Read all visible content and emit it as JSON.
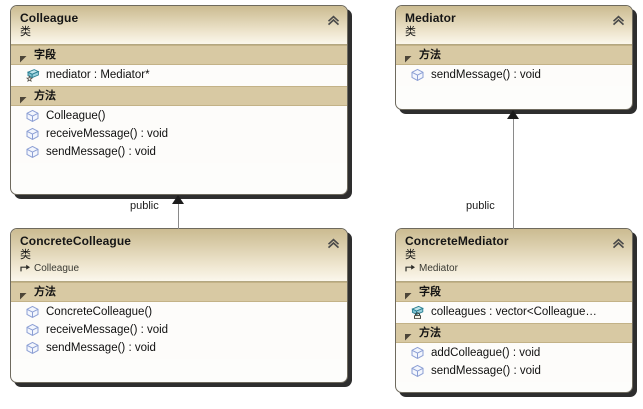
{
  "diagram": {
    "kind": "uml-class-diagram",
    "background": "#ffffff",
    "colors": {
      "header_top": "#cbbb91",
      "header_bottom": "#fbf7ec",
      "section_band": "#d8c9a3",
      "row_background": "#fdfcfa",
      "border": "#6e6a5e",
      "connector": "#8a8a8a",
      "arrowhead": "#1c1c1c",
      "text": "#101010"
    }
  },
  "labels": {
    "fields_section": "字段",
    "methods_section": "方法",
    "class_stereotype": "类",
    "collapse_icon": "chevron-double-up-icon",
    "expanded_icon": "triangle-expanded-icon"
  },
  "classes": {
    "colleague": {
      "name": "Colleague",
      "stereotype": "类",
      "base": null,
      "fields": [
        {
          "text": "mediator : Mediator*",
          "icon": "field-protected-icon"
        }
      ],
      "methods": [
        {
          "text": "Colleague()",
          "icon": "method-icon"
        },
        {
          "text": "receiveMessage() : void",
          "icon": "method-icon"
        },
        {
          "text": "sendMessage() : void",
          "icon": "method-icon"
        }
      ]
    },
    "mediator": {
      "name": "Mediator",
      "stereotype": "类",
      "base": null,
      "fields": [],
      "methods": [
        {
          "text": "sendMessage() : void",
          "icon": "method-icon"
        }
      ]
    },
    "concrete_colleague": {
      "name": "ConcreteColleague",
      "stereotype": "类",
      "base": "Colleague",
      "fields": [],
      "methods": [
        {
          "text": "ConcreteColleague()",
          "icon": "method-icon"
        },
        {
          "text": "receiveMessage() : void",
          "icon": "method-icon"
        },
        {
          "text": "sendMessage() : void",
          "icon": "method-icon"
        }
      ]
    },
    "concrete_mediator": {
      "name": "ConcreteMediator",
      "stereotype": "类",
      "base": "Mediator",
      "fields": [
        {
          "text": "colleagues : vector<Colleague…",
          "icon": "field-private-icon"
        }
      ],
      "methods": [
        {
          "text": "addColleague() : void",
          "icon": "method-icon"
        },
        {
          "text": "sendMessage() : void",
          "icon": "method-icon"
        }
      ]
    }
  },
  "relationships": [
    {
      "id": "colleague-inheritance",
      "from": "ConcreteColleague",
      "to": "Colleague",
      "type": "inheritance",
      "label": "public"
    },
    {
      "id": "mediator-inheritance",
      "from": "ConcreteMediator",
      "to": "Mediator",
      "type": "inheritance",
      "label": "public"
    }
  ]
}
